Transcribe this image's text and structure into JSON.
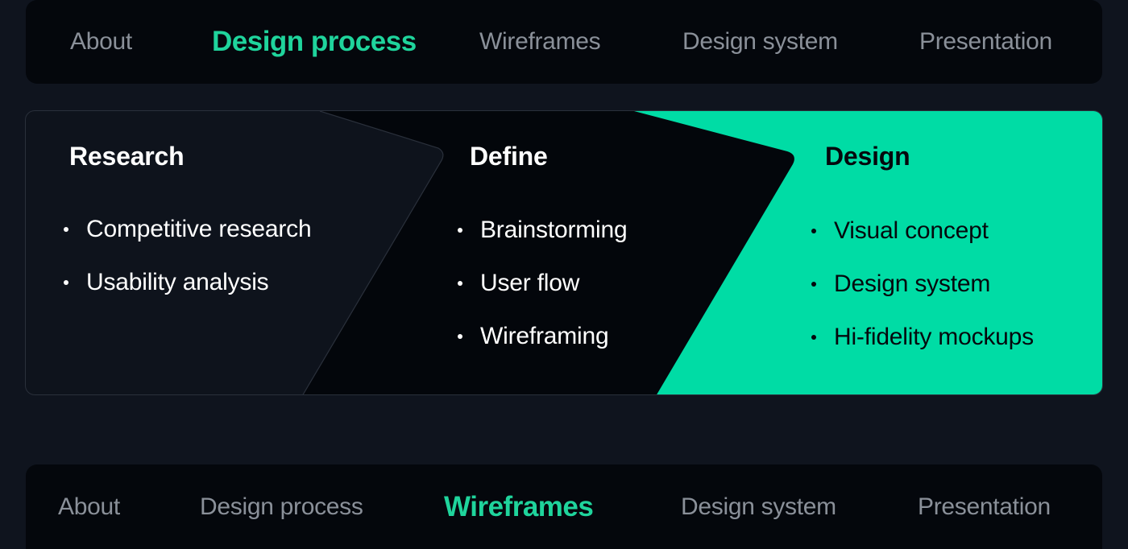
{
  "nav_top": {
    "items": [
      {
        "label": "About",
        "active": false
      },
      {
        "label": "Design process",
        "active": true
      },
      {
        "label": "Wireframes",
        "active": false
      },
      {
        "label": "Design system",
        "active": false
      },
      {
        "label": "Presentation",
        "active": false
      }
    ]
  },
  "process": {
    "stages": [
      {
        "title": "Research",
        "items": [
          "Competitive research",
          "Usability analysis"
        ]
      },
      {
        "title": "Define",
        "items": [
          "Brainstorming",
          "User flow",
          "Wireframing"
        ]
      },
      {
        "title": "Design",
        "items": [
          "Visual concept",
          "Design system",
          "Hi-fidelity mockups"
        ]
      }
    ]
  },
  "nav_bottom": {
    "items": [
      {
        "label": "About",
        "active": false
      },
      {
        "label": "Design process",
        "active": false
      },
      {
        "label": "Wireframes",
        "active": true
      },
      {
        "label": "Design system",
        "active": false
      },
      {
        "label": "Presentation",
        "active": false
      }
    ]
  },
  "colors": {
    "background": "#0f141e",
    "panel_dark": "#04070c",
    "accent": "#00dca5",
    "active_nav": "#1fd49c",
    "inactive_nav": "#8a9099"
  }
}
